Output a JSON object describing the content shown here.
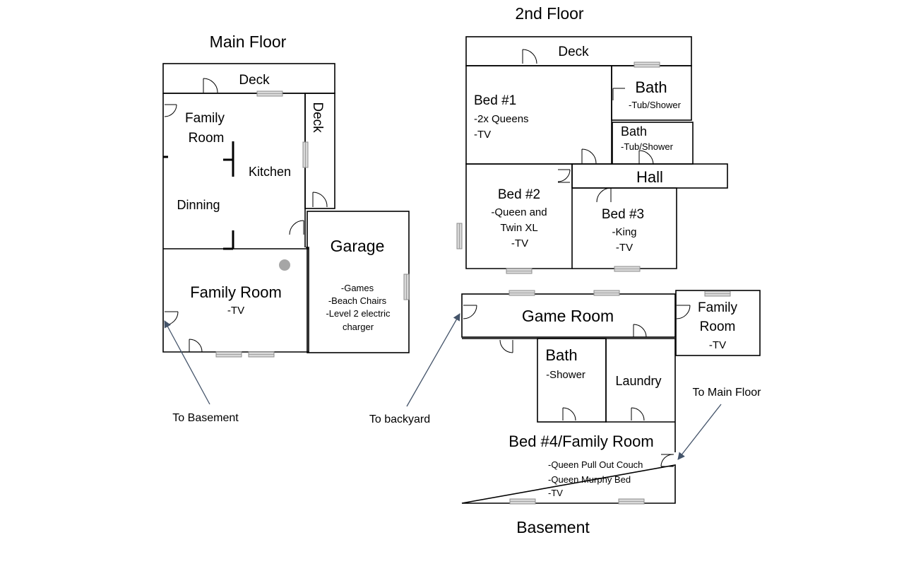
{
  "floors": {
    "main": {
      "title": "Main Floor",
      "deck_top": "Deck",
      "deck_side": "Deck",
      "family_room_upper": [
        "Family",
        "Room"
      ],
      "kitchen": "Kitchen",
      "dinning": "Dinning",
      "family_room_lower": "Family Room",
      "family_room_lower_tv": "-TV",
      "garage": "Garage",
      "garage_items": [
        "-Games",
        "-Beach Chairs",
        "-Level 2 electric",
        "charger"
      ],
      "to_basement": "To Basement"
    },
    "second": {
      "title": "2nd Floor",
      "deck": "Deck",
      "bed1": "Bed #1",
      "bed1_items": [
        "-2x Queens",
        "-TV"
      ],
      "bath1": "Bath",
      "bath1_note": "-Tub/Shower",
      "bath2": "Bath",
      "bath2_note": "-Tub/Shower",
      "hall": "Hall",
      "bed2": "Bed #2",
      "bed2_items": [
        "-Queen and",
        "Twin XL",
        "-TV"
      ],
      "bed3": "Bed #3",
      "bed3_items": [
        "-King",
        "-TV"
      ]
    },
    "basement": {
      "title": "Basement",
      "game_room": "Game Room",
      "family_room": [
        "Family",
        "Room",
        "-TV"
      ],
      "bath": "Bath",
      "bath_note": "-Shower",
      "laundry": "Laundry",
      "bed4": "Bed #4/Family Room",
      "bed4_items": [
        "-Queen Pull Out Couch",
        "-Queen Murphy Bed",
        "-TV"
      ],
      "to_backyard": "To backyard",
      "to_main_floor": "To Main Floor"
    }
  }
}
